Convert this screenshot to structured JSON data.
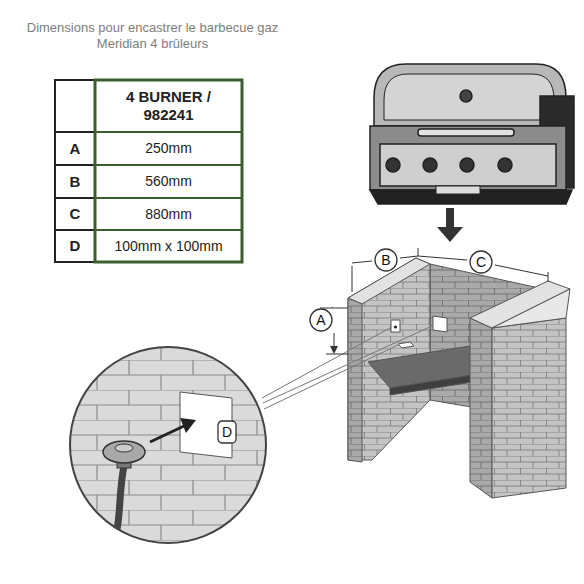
{
  "diagram": {
    "title": "Dimensions pour encastrer le barbecue gaz Meridian 4 brûleurs",
    "nodes": [
      {
        "text": [
          "B"
        ]
      },
      {
        "text": [
          "C"
        ]
      },
      {
        "text": [
          "A"
        ]
      },
      {
        "text": [
          "D"
        ]
      }
    ],
    "labels": [
      "4 BURNER / 982241",
      "A",
      "250mm",
      "B",
      "560mm",
      "C",
      "880mm",
      "D",
      "100mm x 100mm"
    ]
  }
}
